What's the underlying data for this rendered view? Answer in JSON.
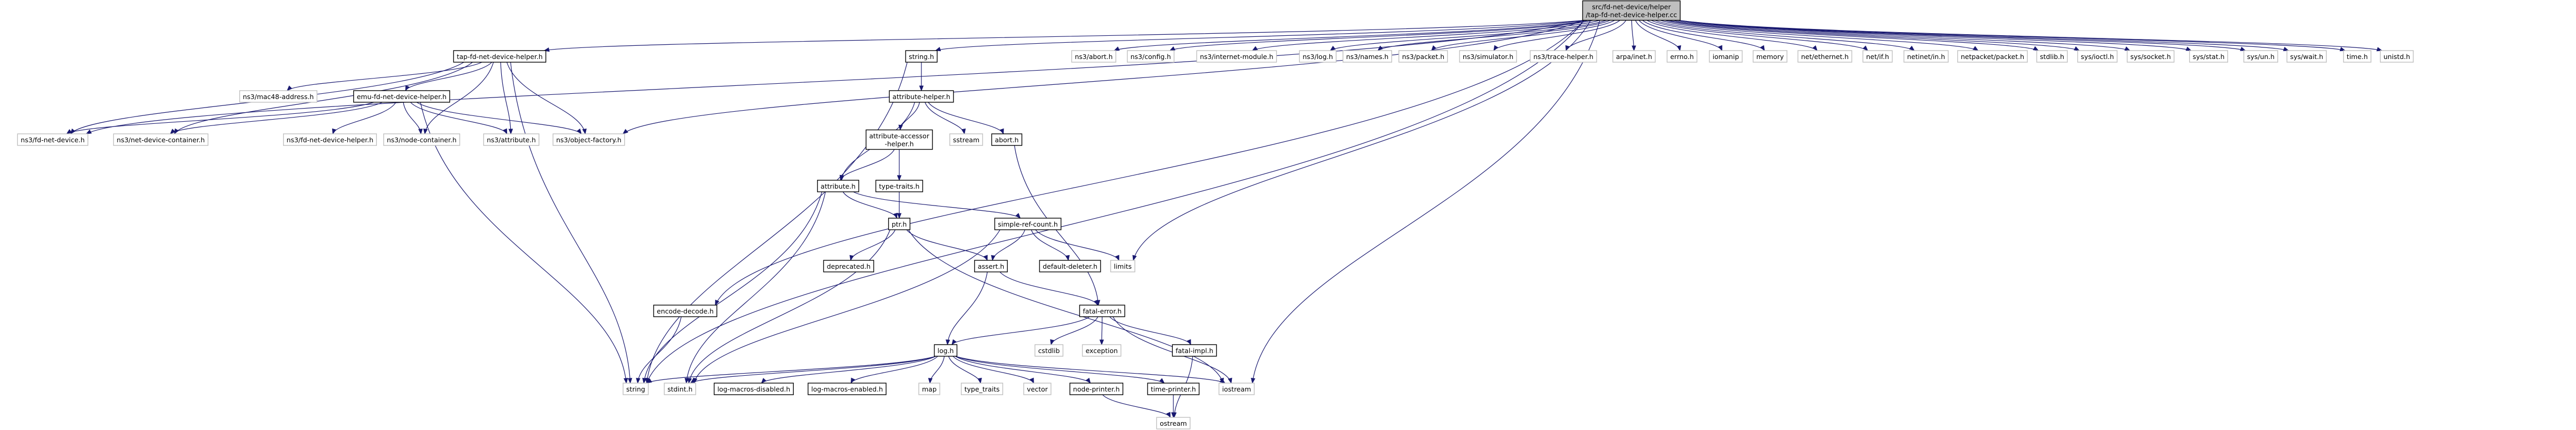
{
  "diagram_type": "include dependency graph",
  "colors": {
    "edge": "#191970",
    "node_border": "#000000",
    "external_border": "#bfbfbf",
    "root_fill": "#bfbfbf",
    "node_fill": "#ffffff"
  },
  "nodes": [
    {
      "id": "root",
      "kind": "root",
      "lines": [
        "src/fd-net-device/helper",
        "/tap-fd-net-device-helper.cc"
      ]
    },
    {
      "id": "tap_h",
      "kind": "linked",
      "lines": [
        "tap-fd-net-device-helper.h"
      ]
    },
    {
      "id": "string_h",
      "kind": "linked",
      "lines": [
        "string.h"
      ]
    },
    {
      "id": "abort",
      "kind": "external",
      "lines": [
        "ns3/abort.h"
      ]
    },
    {
      "id": "config",
      "kind": "external",
      "lines": [
        "ns3/config.h"
      ]
    },
    {
      "id": "internet",
      "kind": "external",
      "lines": [
        "ns3/internet-module.h"
      ]
    },
    {
      "id": "ns3log",
      "kind": "external",
      "lines": [
        "ns3/log.h"
      ]
    },
    {
      "id": "names",
      "kind": "external",
      "lines": [
        "ns3/names.h"
      ]
    },
    {
      "id": "packet",
      "kind": "external",
      "lines": [
        "ns3/packet.h"
      ]
    },
    {
      "id": "simulator",
      "kind": "external",
      "lines": [
        "ns3/simulator.h"
      ]
    },
    {
      "id": "trace",
      "kind": "external",
      "lines": [
        "ns3/trace-helper.h"
      ]
    },
    {
      "id": "arpa",
      "kind": "external",
      "lines": [
        "arpa/inet.h"
      ]
    },
    {
      "id": "errno",
      "kind": "external",
      "lines": [
        "errno.h"
      ]
    },
    {
      "id": "iomanip",
      "kind": "external",
      "lines": [
        "iomanip"
      ]
    },
    {
      "id": "memory",
      "kind": "external",
      "lines": [
        "memory"
      ]
    },
    {
      "id": "netether",
      "kind": "external",
      "lines": [
        "net/ethernet.h"
      ]
    },
    {
      "id": "netif",
      "kind": "external",
      "lines": [
        "net/if.h"
      ]
    },
    {
      "id": "netinet",
      "kind": "external",
      "lines": [
        "netinet/in.h"
      ]
    },
    {
      "id": "netpacket",
      "kind": "external",
      "lines": [
        "netpacket/packet.h"
      ]
    },
    {
      "id": "stdlib",
      "kind": "external",
      "lines": [
        "stdlib.h"
      ]
    },
    {
      "id": "ioctl",
      "kind": "external",
      "lines": [
        "sys/ioctl.h"
      ]
    },
    {
      "id": "socket",
      "kind": "external",
      "lines": [
        "sys/socket.h"
      ]
    },
    {
      "id": "stat",
      "kind": "external",
      "lines": [
        "sys/stat.h"
      ]
    },
    {
      "id": "un",
      "kind": "external",
      "lines": [
        "sys/un.h"
      ]
    },
    {
      "id": "wait",
      "kind": "external",
      "lines": [
        "sys/wait.h"
      ]
    },
    {
      "id": "time",
      "kind": "external",
      "lines": [
        "time.h"
      ]
    },
    {
      "id": "unistd",
      "kind": "external",
      "lines": [
        "unistd.h"
      ]
    },
    {
      "id": "mac48",
      "kind": "external",
      "lines": [
        "ns3/mac48-address.h"
      ]
    },
    {
      "id": "emu_h",
      "kind": "linked",
      "lines": [
        "emu-fd-net-device-helper.h"
      ]
    },
    {
      "id": "fddev",
      "kind": "external",
      "lines": [
        "ns3/fd-net-device.h"
      ]
    },
    {
      "id": "netcont",
      "kind": "external",
      "lines": [
        "ns3/net-device-container.h"
      ]
    },
    {
      "id": "fdhelper",
      "kind": "external",
      "lines": [
        "ns3/fd-net-device-helper.h"
      ]
    },
    {
      "id": "nodecont",
      "kind": "external",
      "lines": [
        "ns3/node-container.h"
      ]
    },
    {
      "id": "attr_ns3",
      "kind": "external",
      "lines": [
        "ns3/attribute.h"
      ]
    },
    {
      "id": "objfact",
      "kind": "external",
      "lines": [
        "ns3/object-factory.h"
      ]
    },
    {
      "id": "attrhelper",
      "kind": "linked",
      "lines": [
        "attribute-helper.h"
      ]
    },
    {
      "id": "attraccess",
      "kind": "linked",
      "lines": [
        "attribute-accessor",
        "-helper.h"
      ]
    },
    {
      "id": "sstream",
      "kind": "external",
      "lines": [
        "sstream"
      ]
    },
    {
      "id": "abort_h",
      "kind": "linked",
      "lines": [
        "abort.h"
      ]
    },
    {
      "id": "typetraits_h",
      "kind": "linked",
      "lines": [
        "type-traits.h"
      ]
    },
    {
      "id": "attribute_h",
      "kind": "linked",
      "lines": [
        "attribute.h"
      ]
    },
    {
      "id": "ptr_h",
      "kind": "linked",
      "lines": [
        "ptr.h"
      ]
    },
    {
      "id": "srefcount",
      "kind": "linked",
      "lines": [
        "simple-ref-count.h"
      ]
    },
    {
      "id": "deprecated",
      "kind": "linked",
      "lines": [
        "deprecated.h"
      ]
    },
    {
      "id": "assert_h",
      "kind": "linked",
      "lines": [
        "assert.h"
      ]
    },
    {
      "id": "defdel",
      "kind": "linked",
      "lines": [
        "default-deleter.h"
      ]
    },
    {
      "id": "limits",
      "kind": "external",
      "lines": [
        "limits"
      ]
    },
    {
      "id": "encdec",
      "kind": "linked",
      "lines": [
        "encode-decode.h"
      ]
    },
    {
      "id": "fatalerr",
      "kind": "linked",
      "lines": [
        "fatal-error.h"
      ]
    },
    {
      "id": "cstdlib",
      "kind": "external",
      "lines": [
        "cstdlib"
      ]
    },
    {
      "id": "exception",
      "kind": "external",
      "lines": [
        "exception"
      ]
    },
    {
      "id": "fatalimpl",
      "kind": "linked",
      "lines": [
        "fatal-impl.h"
      ]
    },
    {
      "id": "log_h",
      "kind": "linked",
      "lines": [
        "log.h"
      ]
    },
    {
      "id": "string",
      "kind": "external",
      "lines": [
        "string"
      ]
    },
    {
      "id": "stdint",
      "kind": "external",
      "lines": [
        "stdint.h"
      ]
    },
    {
      "id": "logdis",
      "kind": "linked",
      "lines": [
        "log-macros-disabled.h"
      ]
    },
    {
      "id": "logen",
      "kind": "linked",
      "lines": [
        "log-macros-enabled.h"
      ]
    },
    {
      "id": "map",
      "kind": "external",
      "lines": [
        "map"
      ]
    },
    {
      "id": "typetraits",
      "kind": "external",
      "lines": [
        "type_traits"
      ]
    },
    {
      "id": "vector",
      "kind": "external",
      "lines": [
        "vector"
      ]
    },
    {
      "id": "nodeprinter",
      "kind": "linked",
      "lines": [
        "node-printer.h"
      ]
    },
    {
      "id": "timeprinter",
      "kind": "linked",
      "lines": [
        "time-printer.h"
      ]
    },
    {
      "id": "iostream",
      "kind": "external",
      "lines": [
        "iostream"
      ]
    },
    {
      "id": "ostream",
      "kind": "external",
      "lines": [
        "ostream"
      ]
    }
  ],
  "edges": [
    [
      "root",
      "tap_h"
    ],
    [
      "root",
      "string_h"
    ],
    [
      "root",
      "abort"
    ],
    [
      "root",
      "config"
    ],
    [
      "root",
      "internet"
    ],
    [
      "root",
      "ns3log"
    ],
    [
      "root",
      "names"
    ],
    [
      "root",
      "packet"
    ],
    [
      "root",
      "simulator"
    ],
    [
      "root",
      "trace"
    ],
    [
      "root",
      "arpa"
    ],
    [
      "root",
      "errno"
    ],
    [
      "root",
      "iomanip"
    ],
    [
      "root",
      "memory"
    ],
    [
      "root",
      "netether"
    ],
    [
      "root",
      "netif"
    ],
    [
      "root",
      "netinet"
    ],
    [
      "root",
      "netpacket"
    ],
    [
      "root",
      "stdlib"
    ],
    [
      "root",
      "ioctl"
    ],
    [
      "root",
      "socket"
    ],
    [
      "root",
      "stat"
    ],
    [
      "root",
      "un"
    ],
    [
      "root",
      "wait"
    ],
    [
      "root",
      "time"
    ],
    [
      "root",
      "unistd"
    ],
    [
      "root",
      "fddev"
    ],
    [
      "root",
      "objfact"
    ],
    [
      "root",
      "string"
    ],
    [
      "root",
      "encdec"
    ],
    [
      "root",
      "limits"
    ],
    [
      "root",
      "iostream"
    ],
    [
      "tap_h",
      "mac48"
    ],
    [
      "tap_h",
      "emu_h"
    ],
    [
      "tap_h",
      "fddev"
    ],
    [
      "tap_h",
      "netcont"
    ],
    [
      "tap_h",
      "nodecont"
    ],
    [
      "tap_h",
      "attr_ns3"
    ],
    [
      "tap_h",
      "objfact"
    ],
    [
      "tap_h",
      "string"
    ],
    [
      "emu_h",
      "fddev"
    ],
    [
      "emu_h",
      "netcont"
    ],
    [
      "emu_h",
      "fdhelper"
    ],
    [
      "emu_h",
      "nodecont"
    ],
    [
      "emu_h",
      "attr_ns3"
    ],
    [
      "emu_h",
      "objfact"
    ],
    [
      "emu_h",
      "string"
    ],
    [
      "string_h",
      "attrhelper"
    ],
    [
      "string_h",
      "string"
    ],
    [
      "attrhelper",
      "attraccess"
    ],
    [
      "attrhelper",
      "sstream"
    ],
    [
      "attrhelper",
      "abort_h"
    ],
    [
      "attrhelper",
      "attribute_h"
    ],
    [
      "attraccess",
      "typetraits_h"
    ],
    [
      "attraccess",
      "attribute_h"
    ],
    [
      "typetraits_h",
      "ptr_h"
    ],
    [
      "abort_h",
      "fatalerr"
    ],
    [
      "attribute_h",
      "ptr_h"
    ],
    [
      "attribute_h",
      "srefcount"
    ],
    [
      "attribute_h",
      "string"
    ],
    [
      "attribute_h",
      "stdint"
    ],
    [
      "ptr_h",
      "deprecated"
    ],
    [
      "ptr_h",
      "assert_h"
    ],
    [
      "ptr_h",
      "stdint"
    ],
    [
      "ptr_h",
      "iostream"
    ],
    [
      "srefcount",
      "assert_h"
    ],
    [
      "srefcount",
      "defdel"
    ],
    [
      "srefcount",
      "limits"
    ],
    [
      "srefcount",
      "stdint"
    ],
    [
      "assert_h",
      "fatalerr"
    ],
    [
      "assert_h",
      "log_h"
    ],
    [
      "encdec",
      "string"
    ],
    [
      "fatalerr",
      "log_h"
    ],
    [
      "fatalerr",
      "cstdlib"
    ],
    [
      "fatalerr",
      "exception"
    ],
    [
      "fatalerr",
      "fatalimpl"
    ],
    [
      "fatalerr",
      "iostream"
    ],
    [
      "fatalimpl",
      "ostream"
    ],
    [
      "log_h",
      "string"
    ],
    [
      "log_h",
      "stdint"
    ],
    [
      "log_h",
      "logdis"
    ],
    [
      "log_h",
      "logen"
    ],
    [
      "log_h",
      "map"
    ],
    [
      "log_h",
      "typetraits"
    ],
    [
      "log_h",
      "vector"
    ],
    [
      "log_h",
      "nodeprinter"
    ],
    [
      "log_h",
      "timeprinter"
    ],
    [
      "log_h",
      "iostream"
    ],
    [
      "nodeprinter",
      "ostream"
    ],
    [
      "timeprinter",
      "ostream"
    ]
  ]
}
